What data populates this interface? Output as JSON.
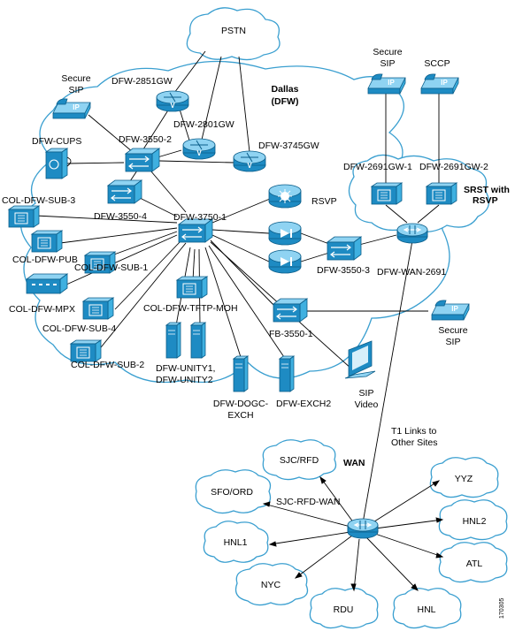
{
  "clouds": {
    "pstn": "PSTN",
    "dallas": "Dallas",
    "dallas_sub": "(DFW)",
    "wan": "WAN",
    "srst": "SRST with",
    "srst_sub": "RSVP"
  },
  "devices": {
    "secure_sip_left": [
      "Secure",
      "SIP"
    ],
    "dfw_2851gw": "DFW-2851GW",
    "dfw_2801gw": "DFW-2801GW",
    "dfw_3745gw": "DFW-3745GW",
    "dfw_cups": "DFW-CUPS",
    "dfw_3550_2": "DFW-3550-2",
    "dfw_3550_4": "DFW-3550-4",
    "dfw_3750_1": "DFW-3750-1",
    "col_dfw_sub_3": "COL-DFW-SUB-3",
    "col_dfw_pub": "COL-DFW-PUB",
    "col_dfw_sub_1": "COL-DFW-SUB-1",
    "col_dfw_mpx": "COL-DFW-MPX",
    "col_dfw_sub_4": "COL-DFW-SUB-4",
    "col_dfw_sub_2": "COL-DFW-SUB-2",
    "col_dfw_tftp_moh": "COL-DFW-TFTP-MOH",
    "dfw_unity": [
      "DFW-UNITY1,",
      "DFW-UNITY2"
    ],
    "dfw_dogc_exch": [
      "DFW-DOGC-",
      "EXCH"
    ],
    "dfw_exch2": "DFW-EXCH2",
    "rsvp": "RSVP",
    "dfw_3550_3": "DFW-3550-3",
    "fb_3550_1": "FB-3550-1",
    "dfw_wan_2691": "DFW-WAN-2691",
    "dfw_2691gw_1": "DFW-2691GW-1",
    "dfw_2691gw_2": "DFW-2691GW-2",
    "secure_sip_top": [
      "Secure",
      "SIP"
    ],
    "sccp": "SCCP",
    "secure_sip_right": [
      "Secure",
      "SIP"
    ],
    "sip_video": [
      "SIP",
      "Video"
    ]
  },
  "wan": {
    "t1_links": [
      "T1 Links to",
      "Other Sites"
    ],
    "hub_label": "SJC-RFD-WAN",
    "sites": {
      "sjc_rfd": "SJC/RFD",
      "sfo_ord": "SFO/ORD",
      "hnl1": "HNL1",
      "nyc": "NYC",
      "rdu": "RDU",
      "hnl": "HNL",
      "atl": "ATL",
      "hnl2": "HNL2",
      "yyz": "YYZ"
    }
  },
  "figure_id": "170305",
  "icons": {
    "phone": "ip-phone-icon",
    "voice_router": "voice-router-icon",
    "switch": "switch-icon",
    "server": "server-icon",
    "router": "router-icon",
    "encryption": "encryption-icon",
    "monitor": "monitor-icon",
    "gatekeeper": "gatekeeper-icon",
    "tower": "tower-server-icon"
  },
  "colors": {
    "cloud_stroke": "#3a9fd0",
    "device": "#1e8bc3",
    "device_light": "#8fd3f2"
  }
}
